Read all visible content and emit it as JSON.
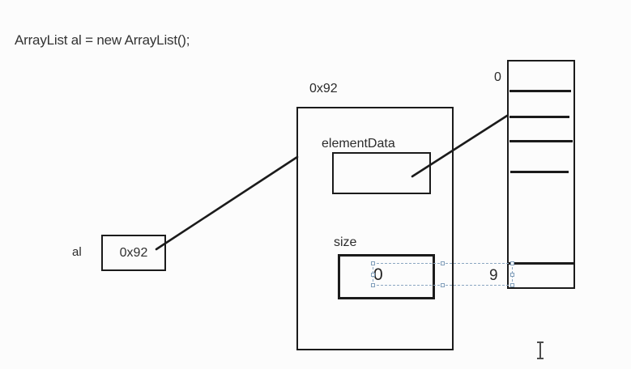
{
  "code_line": "ArrayList al = new ArrayList();",
  "reference_box": {
    "label": "al",
    "value": "0x92"
  },
  "object_box": {
    "address": "0x92",
    "element_data_label": "elementData",
    "size_label": "size",
    "size_value": "0"
  },
  "array_box": {
    "top_index": "0",
    "bottom_index": "9"
  },
  "colors": {
    "stroke": "#1b1b1b",
    "text": "#2e2e2e",
    "selection_dash": "#8ba6c1",
    "background": "#fcfcfc"
  }
}
